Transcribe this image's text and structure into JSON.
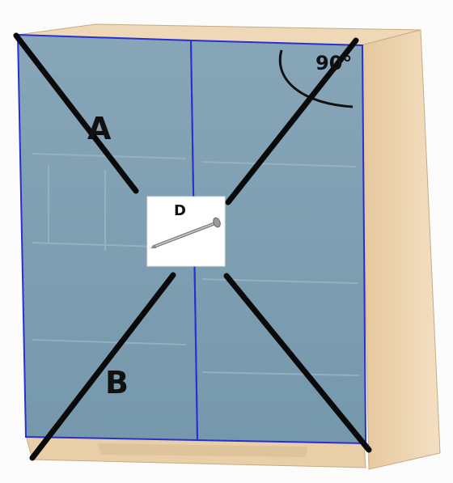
{
  "labels": {
    "a": "A",
    "b": "B",
    "d": "D",
    "angle": "90°"
  },
  "colors": {
    "wood": "#ecd5b3",
    "wood_edge": "#c9aa80",
    "glass": "#7f9fb2",
    "frame_line": "#2a2fd0",
    "cross_line": "#0a0a0a"
  },
  "icons": {
    "fastener": "nail-icon"
  }
}
